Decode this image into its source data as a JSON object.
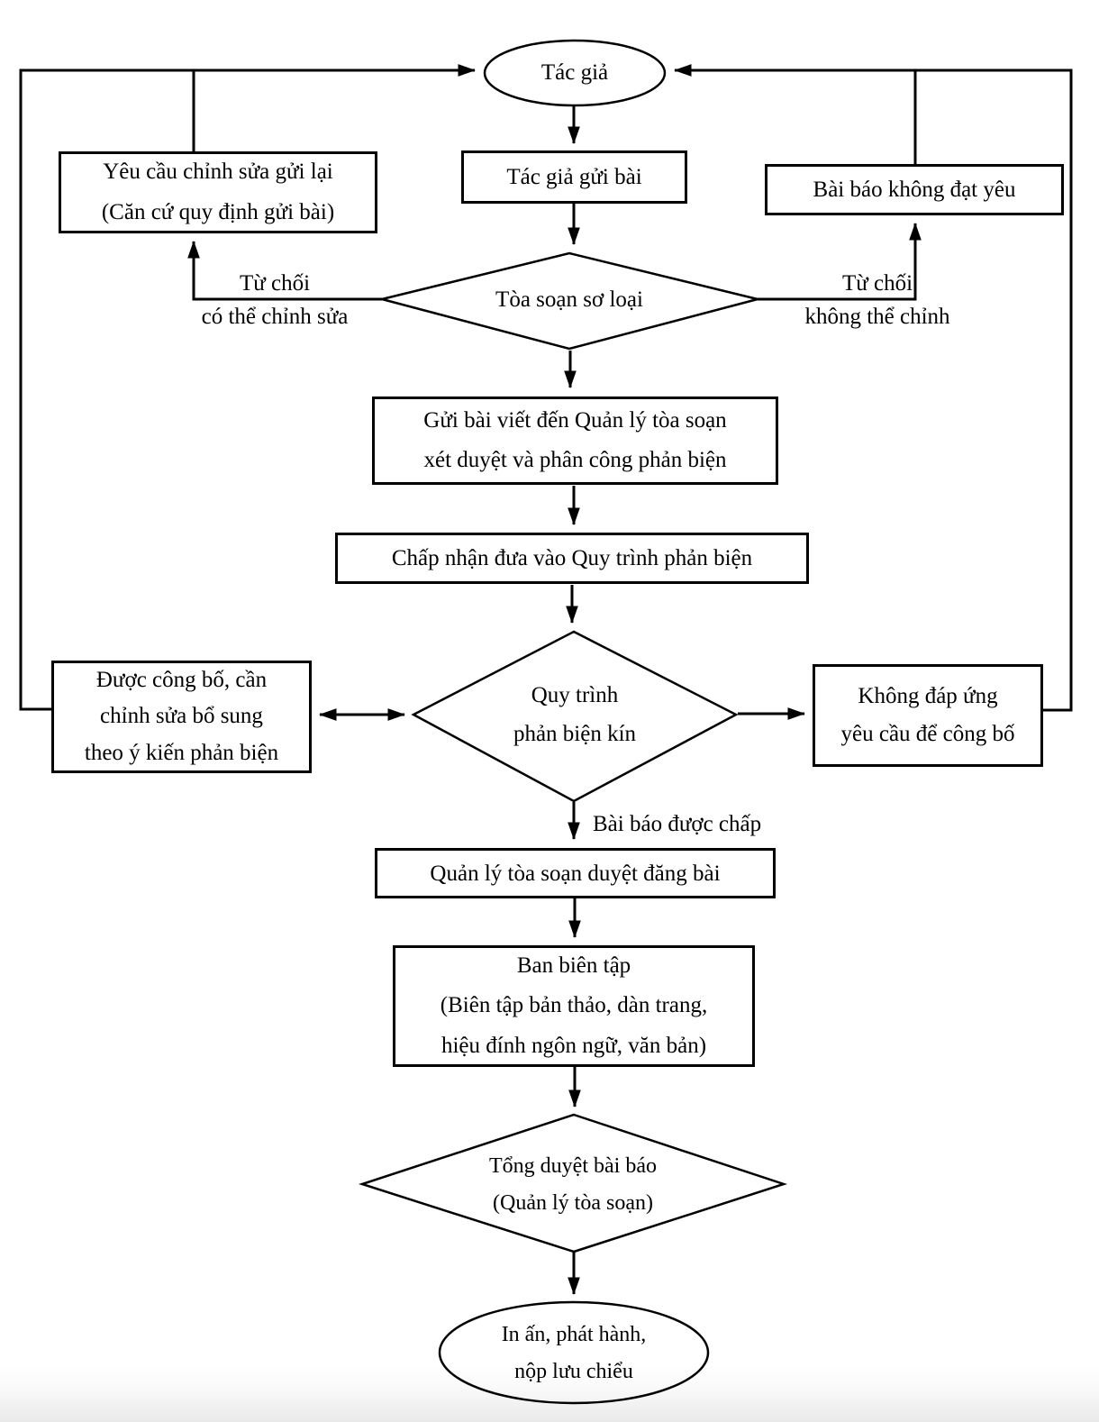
{
  "diagram": {
    "type": "flowchart",
    "language": "vi",
    "background_color": "#ffffff",
    "line_color": "#000000",
    "text_color": "#000000"
  },
  "nodes": {
    "author": {
      "shape": "ellipse",
      "label": "Tác giả"
    },
    "author_submit": {
      "shape": "rect",
      "label": "Tác giả gửi bài"
    },
    "request_revision": {
      "shape": "rect",
      "label": "Yêu cầu chỉnh sửa gửi lại\n(Căn cứ quy định gửi bài)"
    },
    "article_rejected": {
      "shape": "rect",
      "label": "Bài báo không đạt yêu"
    },
    "initial_screening": {
      "shape": "diamond",
      "label": "Tòa soạn sơ loại"
    },
    "send_to_editor": {
      "shape": "rect",
      "label": "Gửi bài viết đến Quản lý tòa soạn\nxét duyệt và phân công phản biện"
    },
    "accept_into_review": {
      "shape": "rect",
      "label": "Chấp nhận đưa vào Quy trình phản biện"
    },
    "blind_review": {
      "shape": "diamond",
      "label": "Quy trình\nphản biện kín"
    },
    "publish_with_revision": {
      "shape": "rect",
      "label": "Được công bố, cần\nchỉnh sửa bổ sung\ntheo ý kiến phản biện"
    },
    "not_qualified": {
      "shape": "rect",
      "label": "Không đáp ứng\nyêu cầu để công bố"
    },
    "approve_posting": {
      "shape": "rect",
      "label": "Quản lý tòa soạn duyệt đăng bài"
    },
    "editorial_board": {
      "shape": "rect",
      "label": "Ban biên tập\n(Biên tập bản thảo, dàn trang,\nhiệu đính ngôn ngữ, văn bản)"
    },
    "final_review": {
      "shape": "diamond",
      "label": "Tổng duyệt bài báo\n(Quản lý tòa soạn)"
    },
    "print_distribute": {
      "shape": "ellipse",
      "label": "In ấn, phát hành,\nnộp lưu chiểu"
    }
  },
  "edge_labels": {
    "reject_can_fix": "Từ chối\ncó thể chỉnh sửa",
    "reject_cannot_fix": "Từ chối\nkhông thể chỉnh",
    "accepted": "Bài báo được chấp"
  }
}
